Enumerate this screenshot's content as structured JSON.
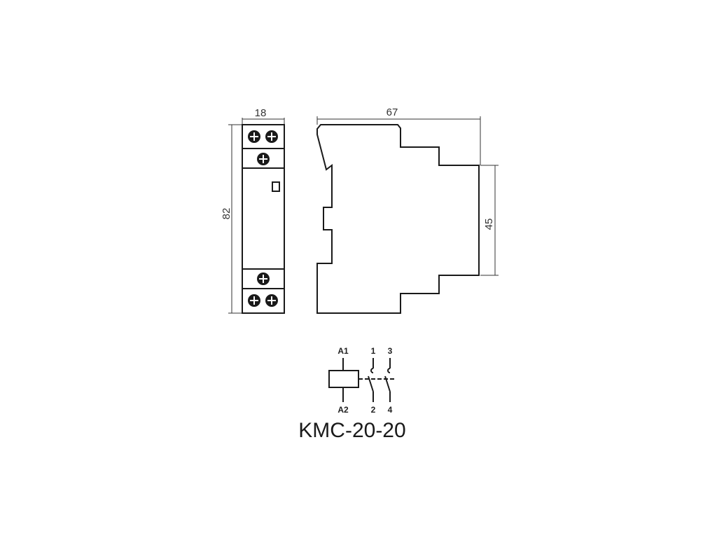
{
  "dimensions": {
    "front_width": "18",
    "front_height": "82",
    "side_width": "67",
    "side_height": "45"
  },
  "terminals": {
    "coil_top": "A1",
    "coil_bottom": "A2",
    "contact1_top": "1",
    "contact2_top": "3",
    "contact1_bottom": "2",
    "contact2_bottom": "4"
  },
  "model": "KMC-20-20",
  "colors": {
    "line": "#1a1a1a",
    "background": "#ffffff"
  }
}
